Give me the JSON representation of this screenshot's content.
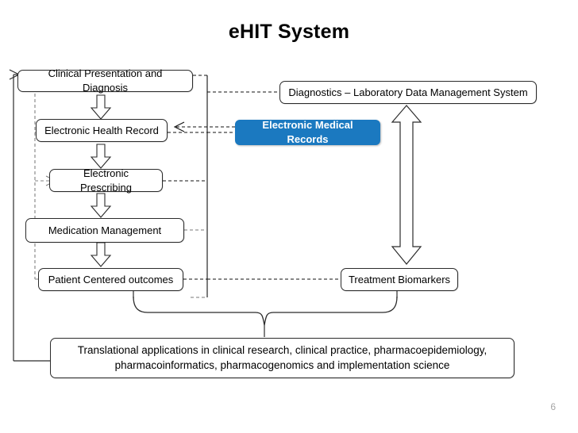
{
  "slide": {
    "title": "eHIT System",
    "page_number": "6",
    "accent_color": "#1B79C0"
  },
  "left_flow": {
    "boxes": [
      {
        "id": "clinical-presentation",
        "label": "Clinical Presentation and Diagnosis"
      },
      {
        "id": "electronic-health-record",
        "label": "Electronic Health Record"
      },
      {
        "id": "electronic-prescribing",
        "label": "Electronic Prescribing"
      },
      {
        "id": "medication-management",
        "label": "Medication Management"
      },
      {
        "id": "patient-centered-outcomes",
        "label": "Patient Centered outcomes"
      }
    ]
  },
  "right_flow": {
    "boxes": [
      {
        "id": "diagnostics-lab-data",
        "label": "Diagnostics – Laboratory Data Management System"
      },
      {
        "id": "electronic-medical-records",
        "label": "Electronic Medical Records",
        "highlight": true
      },
      {
        "id": "treatment-biomarkers",
        "label": "Treatment Biomarkers"
      }
    ]
  },
  "bottom": {
    "label": "Translational applications in clinical research, clinical practice, pharmacoepidemiology, pharmacoinformatics, pharmacogenomics and implementation science"
  }
}
